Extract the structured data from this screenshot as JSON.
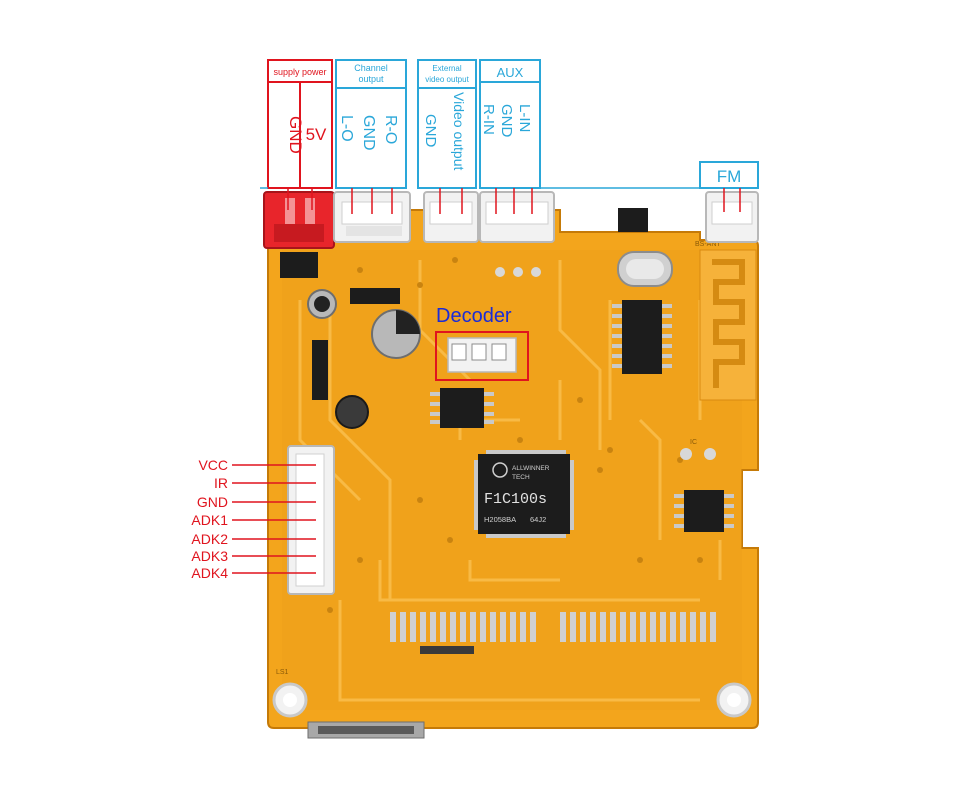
{
  "groups": {
    "supply": {
      "title": "supply power",
      "pins": [
        "GND",
        "5V"
      ],
      "color": "#e0141e"
    },
    "channel": {
      "title_line1": "Channel",
      "title_line2": "output",
      "pins": [
        "L-O",
        "GND",
        "R-O"
      ],
      "color": "#2aa7d9"
    },
    "video": {
      "title_line1": "External",
      "title_line2": "video output",
      "pins": [
        "GND",
        "Video output"
      ],
      "color": "#2aa7d9"
    },
    "aux": {
      "title": "AUX",
      "pins": [
        "R-IN",
        "GND",
        "L-IN"
      ],
      "color": "#2aa7d9"
    },
    "fm": {
      "title": "FM",
      "color": "#2aa7d9"
    }
  },
  "decoder": {
    "label": "Decoder",
    "color": "#1a2bd8"
  },
  "side_pins": {
    "labels": [
      "VCC",
      "IR",
      "GND",
      "ADK1",
      "ADK2",
      "ADK3",
      "ADK4"
    ],
    "color": "#e0141e"
  },
  "chip": {
    "brand_line1": "ALLWINNER",
    "brand_line2": "TECH",
    "model": "F1C100s",
    "code1": "H2058BA",
    "code2": "64J2"
  },
  "silk": {
    "ant": "BS-ANT",
    "ls1": "LS1",
    "ic": "IC"
  },
  "colors": {
    "board": "#f3a51c",
    "board_dark": "#d98a10",
    "trace": "#f7b636",
    "pad": "#c9c9c9",
    "chip": "#1c1c1c"
  }
}
